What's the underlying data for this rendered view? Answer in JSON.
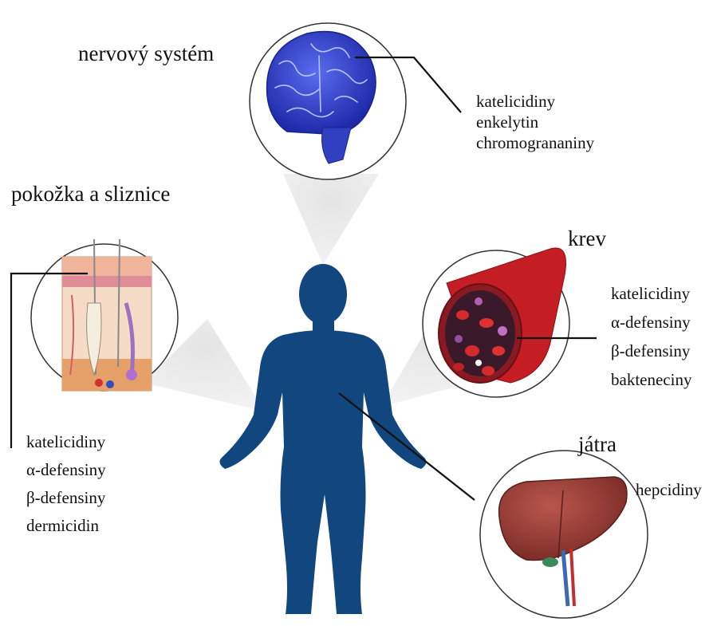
{
  "colors": {
    "body": "#12467f",
    "cone": "#d8d8d8",
    "circle_stroke": "#333333",
    "brain": "#2f3fcf",
    "liver": "#9c3d36",
    "blood": "#c51d24",
    "skin": "#f3c8a8"
  },
  "icons": {
    "brain": "brain-icon",
    "skin": "skin-cross-section-icon",
    "blood": "blood-vessel-icon",
    "liver": "liver-icon",
    "body": "human-silhouette"
  },
  "diagram": {
    "nervous": {
      "title": "nervový systém",
      "items": [
        "katelicidiny",
        "enkelytin",
        "chromogrananiny"
      ]
    },
    "skin": {
      "title": "pokožka a sliznice",
      "items": [
        "katelicidiny",
        "α-defensiny",
        "β-defensiny",
        "dermicidin"
      ]
    },
    "blood": {
      "title": "krev",
      "items": [
        "katelicidiny",
        "α-defensiny",
        "β-defensiny",
        "bakteneciny"
      ]
    },
    "liver": {
      "title": "játra",
      "items": [
        "hepcidiny"
      ]
    }
  }
}
